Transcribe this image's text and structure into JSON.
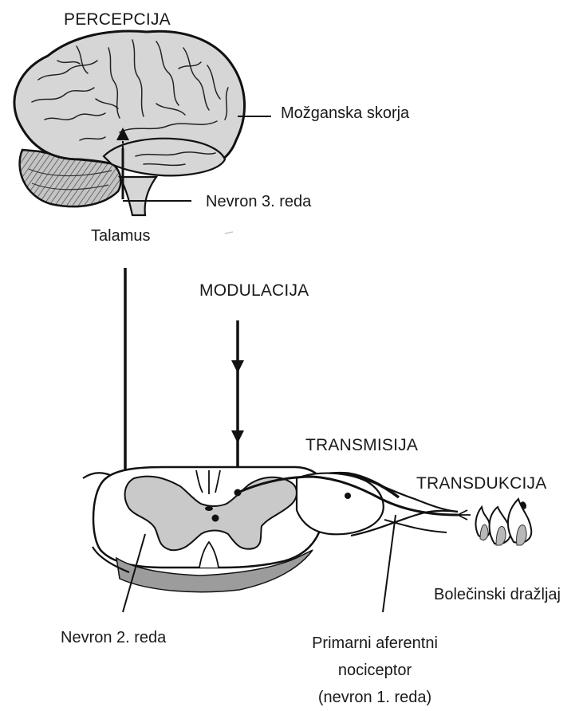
{
  "labels": {
    "perception": "PERCEPCIJA",
    "cortex": "Možganska skorja",
    "neuron_3": "Nevron 3. reda",
    "thalamus": "Talamus",
    "modulation": "MODULACIJA",
    "transmission": "TRANSMISIJA",
    "transduction": "TRANSDUKCIJA",
    "stimulus": "Bolečinski dražljaj",
    "neuron_2": "Nevron 2. reda",
    "primary_afferent_line1": "Primarni aferentni",
    "primary_afferent_line2": "nociceptor",
    "primary_afferent_line3": "(nevron 1. reda)"
  },
  "colors": {
    "outline": "#111111",
    "brain_fill": "#d6d6d6",
    "grey_matter": "#c9c9c9",
    "white_matter": "#ffffff",
    "shadow_fill": "#9c9c9c",
    "flame_fill": "#b8b8b8"
  },
  "icons": {
    "stimulus": "flame-icon"
  }
}
